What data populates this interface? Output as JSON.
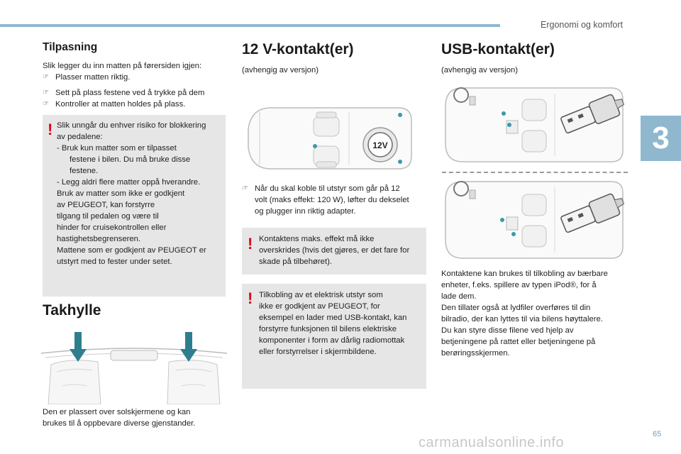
{
  "header": {
    "section_title": "Ergonomi og komfort",
    "chapter_number": "3"
  },
  "col1": {
    "title": "Tilpasning",
    "intro": "Slik legger du inn matten på førersiden igjen:",
    "bullets": [
      "Plasser matten riktig.",
      "Sett på plass festene ved å trykke på dem",
      "Kontroller at matten holdes på plass."
    ],
    "warning": {
      "line1": "Slik unngår du enhver risiko for blokkering",
      "line2": "av pedalene:",
      "item1a": "-   Bruk kun matter som er tilpasset",
      "item1b": "festene i bilen. Du må bruke disse",
      "item1c": "festene.",
      "item2": "-   Legg aldri flere matter oppå hverandre.",
      "line3": "Bruk av matter som ikke er godkjent",
      "line4": "av PEUGEOT, kan forstyrre",
      "line5": "tilgang til pedalen og være til",
      "line6": "hinder for cruisekontrollen eller",
      "line7": "hastighetsbegrenseren.",
      "line8": "Mattene som er godkjent av PEUGEOT er",
      "line9": "utstyrt med to fester under setet."
    },
    "takhylle_title": "Takhylle",
    "takhylle_text1": "Den er plassert over solskjermene og kan",
    "takhylle_text2": "brukes til å oppbevare diverse gjenstander."
  },
  "col2": {
    "title": "12 V-kontakt(er)",
    "subtitle": "(avhengig av versjon)",
    "socket_label": "12V",
    "bullet1": "Når du skal koble til utstyr som går på 12",
    "bullet2": "volt (maks effekt: 120 W), løfter du dekselet",
    "bullet3": "og plugger inn riktig adapter.",
    "warning1": {
      "l1": "Kontaktens maks. effekt må ikke",
      "l2": "overskrides (hvis det gjøres, er det fare for",
      "l3": "skade på tilbehøret)."
    },
    "warning2": {
      "l1": "Tilkobling av et elektrisk utstyr som",
      "l2": "ikke er godkjent av PEUGEOT, for",
      "l3": "eksempel en lader med USB-kontakt, kan",
      "l4": "forstyrre funksjonen til bilens elektriske",
      "l5": "komponenter i form av dårlig radiomottak",
      "l6": "eller forstyrrelser i skjermbildene."
    }
  },
  "col3": {
    "title": "USB-kontakt(er)",
    "subtitle": "(avhengig av versjon)",
    "text": [
      "Kontaktene kan brukes til tilkobling av bærbare",
      "enheter, f.eks. spillere av typen iPod®, for å",
      "lade dem.",
      "Den tillater også at lydfiler overføres til din",
      "bilradio, der kan lyttes til via bilens høyttalere.",
      "Du kan styre disse filene ved hjelp av",
      "betjeningene på rattet eller betjeningene på",
      "berøringsskjermen."
    ]
  },
  "footer": {
    "page_number": "65",
    "watermark": "carmanualsonline.info"
  },
  "colors": {
    "accent_blue": "#8fb8cf",
    "warning_red": "#e2001a",
    "box_grey": "#e6e6e6",
    "arrow_teal": "#2f7e8e",
    "dot_teal": "#3a9aa8"
  },
  "icons": {
    "bullet": "finger-pointer-icon",
    "warning": "exclamation-icon"
  }
}
